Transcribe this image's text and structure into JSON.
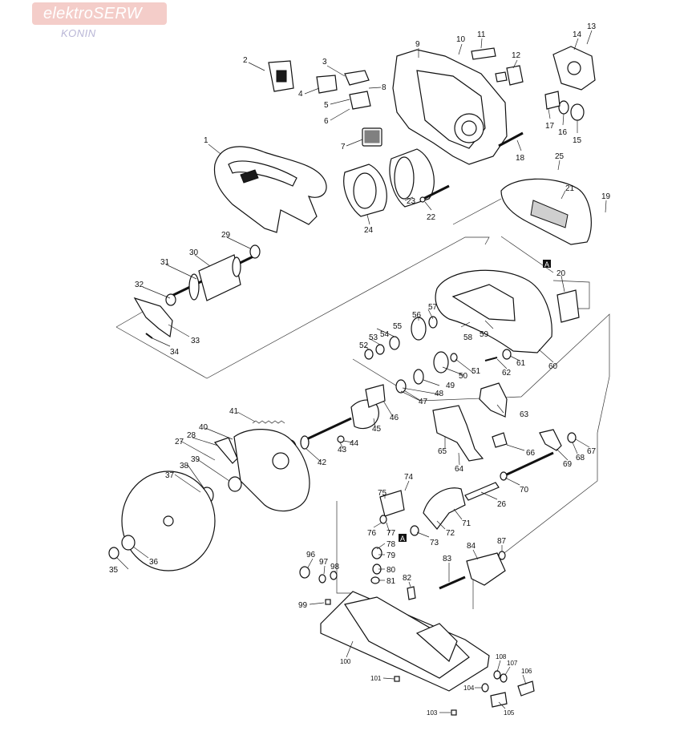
{
  "brand": {
    "name": "elektroSERW",
    "city": "KONIN"
  },
  "marker": "A",
  "labels": {
    "p1": "1",
    "p2": "2",
    "p3": "3",
    "p4": "4",
    "p5": "5",
    "p6": "6",
    "p7": "7",
    "p8": "8",
    "p9": "9",
    "p10": "10",
    "p11": "11",
    "p12": "12",
    "p13": "13",
    "p14": "14",
    "p15": "15",
    "p16": "16",
    "p17": "17",
    "p18": "18",
    "p19": "19",
    "p20": "20",
    "p21": "21",
    "p22": "22",
    "p23": "23",
    "p24": "24",
    "p25": "25",
    "p26": "26",
    "p27": "27",
    "p28": "28",
    "p29": "29",
    "p30": "30",
    "p31": "31",
    "p32": "32",
    "p33": "33",
    "p34": "34",
    "p35": "35",
    "p36": "36",
    "p37": "37",
    "p38": "38",
    "p39": "39",
    "p40": "40",
    "p41": "41",
    "p42": "42",
    "p43": "43",
    "p44": "44",
    "p45": "45",
    "p46": "46",
    "p47": "47",
    "p48": "48",
    "p49": "49",
    "p50": "50",
    "p51": "51",
    "p52": "52",
    "p53": "53",
    "p54": "54",
    "p55": "55",
    "p56": "56",
    "p57": "57",
    "p58": "58",
    "p59": "59",
    "p60": "60",
    "p61": "61",
    "p62": "62",
    "p63": "63",
    "p64": "64",
    "p65": "65",
    "p66": "66",
    "p67": "67",
    "p68": "68",
    "p69": "69",
    "p70": "70",
    "p71": "71",
    "p72": "72",
    "p73": "73",
    "p74": "74",
    "p75": "75",
    "p76": "76",
    "p77": "77",
    "p78": "78",
    "p79": "79",
    "p80": "80",
    "p81": "81",
    "p82": "82",
    "p83": "83",
    "p84": "84",
    "p87": "87",
    "p96": "96",
    "p97": "97",
    "p98": "98",
    "p99": "99",
    "p100": "100",
    "p101": "101",
    "p103": "103",
    "p104": "104",
    "p105": "105",
    "p106": "106",
    "p107": "107",
    "p108": "108"
  }
}
